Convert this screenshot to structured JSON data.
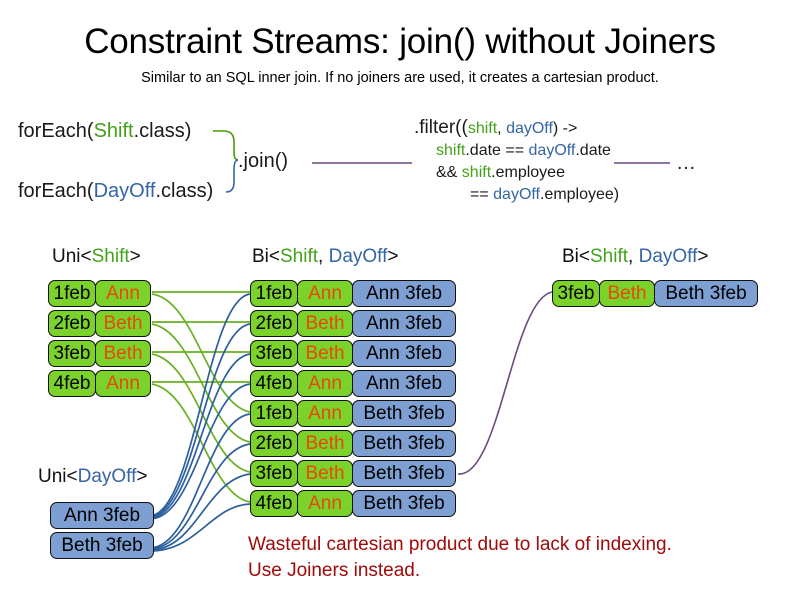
{
  "slide": {
    "title": "Constraint Streams: join() without Joiners",
    "subtitle": "Similar to an SQL inner join. If no joiners are used, it creates a cartesian product."
  },
  "colors": {
    "shift_type": "#44a11a",
    "dayoff_type": "#3465a4",
    "green_fill": "#7bd22b",
    "blue_fill": "#7d9fd1",
    "name_text": "#e8480b",
    "warning_text": "#a00a0a",
    "connector_green": "#4e9a06",
    "connector_blue": "#2c5f9e",
    "connector_purple": "#6b4a7d"
  },
  "code": {
    "foreach_shift": {
      "prefix": "forEach(",
      "type": "Shift",
      "suffix": ".class)"
    },
    "foreach_dayoff": {
      "prefix": "forEach(",
      "type": "DayOff",
      "suffix": ".class)"
    },
    "join_call": ".join()",
    "ellipsis": "…",
    "filter": {
      "line1_prefix": ".filter((",
      "line1_var1": "shift",
      "line1_sep": ", ",
      "line1_var2": "dayOff",
      "line1_suffix": ") ->",
      "line2_var1": "shift",
      "line2_mid": ".date == ",
      "line2_var2": "dayOff",
      "line2_suffix": ".date",
      "line3_prefix": "&& ",
      "line3_var1": "shift",
      "line3_suffix": ".employee",
      "line4_prefix": "== ",
      "line4_var1": "dayOff",
      "line4_suffix": ".employee)"
    }
  },
  "captions": {
    "uni_shift": {
      "prefix": "Uni<",
      "type": "Shift",
      "suffix": ">"
    },
    "bi_left": {
      "prefix": "Bi<",
      "type1": "Shift",
      "sep": ", ",
      "type2": "DayOff",
      "suffix": ">"
    },
    "bi_right": {
      "prefix": "Bi<",
      "type1": "Shift",
      "sep": ", ",
      "type2": "DayOff",
      "suffix": ">"
    },
    "uni_dayoff": {
      "prefix": "Uni<",
      "type": "DayOff",
      "suffix": ">"
    }
  },
  "uni_shift_rows": [
    {
      "date": "1feb",
      "name": "Ann"
    },
    {
      "date": "2feb",
      "name": "Beth"
    },
    {
      "date": "3feb",
      "name": "Beth"
    },
    {
      "date": "4feb",
      "name": "Ann"
    }
  ],
  "uni_dayoff_rows": [
    {
      "pair": "Ann 3feb"
    },
    {
      "pair": "Beth 3feb"
    }
  ],
  "bi_rows": [
    {
      "date": "1feb",
      "name": "Ann",
      "pair": "Ann 3feb"
    },
    {
      "date": "2feb",
      "name": "Beth",
      "pair": "Ann 3feb"
    },
    {
      "date": "3feb",
      "name": "Beth",
      "pair": "Ann 3feb"
    },
    {
      "date": "4feb",
      "name": "Ann",
      "pair": "Ann 3feb"
    },
    {
      "date": "1feb",
      "name": "Ann",
      "pair": "Beth 3feb"
    },
    {
      "date": "2feb",
      "name": "Beth",
      "pair": "Beth 3feb"
    },
    {
      "date": "3feb",
      "name": "Beth",
      "pair": "Beth 3feb"
    },
    {
      "date": "4feb",
      "name": "Ann",
      "pair": "Beth 3feb"
    }
  ],
  "result_rows": [
    {
      "date": "3feb",
      "name": "Beth",
      "pair": "Beth 3feb"
    }
  ],
  "warning": {
    "line1": "Wasteful cartesian product due to lack of indexing.",
    "line2": "Use Joiners instead."
  }
}
